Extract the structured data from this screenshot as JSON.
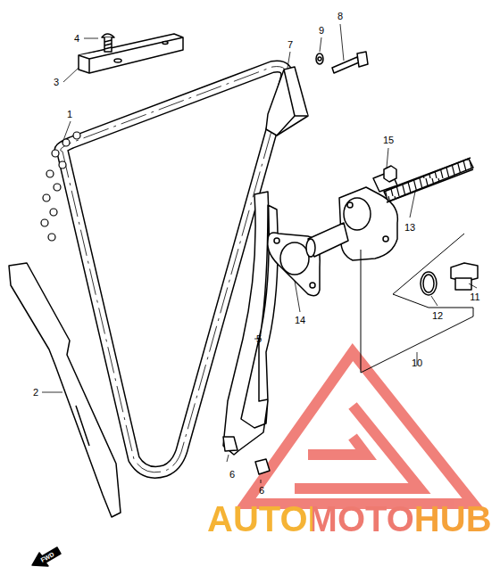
{
  "diagram": {
    "labels": [
      "8",
      "4",
      "7",
      "9",
      "3",
      "1",
      "15",
      "13",
      "11",
      "14",
      "12",
      "5",
      "10",
      "2",
      "6",
      "6",
      "AUTOMOTOHUB",
      "FWD"
    ]
  }
}
